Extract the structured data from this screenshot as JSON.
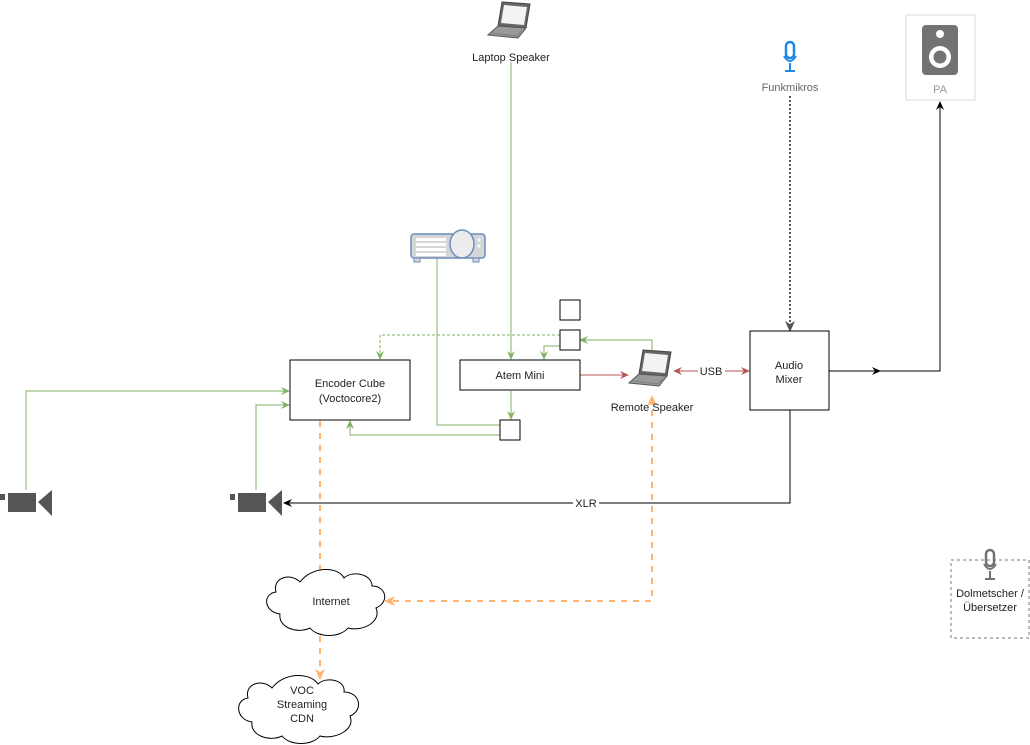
{
  "diagram": {
    "nodes": {
      "laptop_speaker": {
        "label": "Laptop Speaker",
        "icon": "laptop-icon"
      },
      "funkmikros": {
        "label": "Funkmikros",
        "icon": "microphone-icon"
      },
      "pa": {
        "label": "PA",
        "icon": "speaker-icon"
      },
      "projector": {
        "label": "",
        "icon": "projector-icon"
      },
      "encoder": {
        "line1": "Encoder Cube",
        "line2": "(Voctocore2)"
      },
      "atem": {
        "label": "Atem Mini"
      },
      "remote_speaker": {
        "label": "Remote Speaker",
        "icon": "laptop-icon"
      },
      "audio_mixer": {
        "line1": "Audio",
        "line2": "Mixer"
      },
      "camera_1": {
        "icon": "video-camera-icon"
      },
      "camera_2": {
        "icon": "video-camera-icon"
      },
      "internet": {
        "label": "Internet",
        "icon": "cloud-icon"
      },
      "voc_cdn": {
        "line1": "VOC",
        "line2": "Streaming",
        "line3": "CDN",
        "icon": "cloud-icon"
      },
      "dolmetscher": {
        "line1": "Dolmetscher /",
        "line2": "Übersetzer",
        "icon": "microphone-icon"
      }
    },
    "edge_labels": {
      "usb": "USB",
      "xlr": "XLR"
    },
    "colors": {
      "video": "#82b366",
      "audio_remote": "#b85450",
      "network": "#ffb570",
      "wire": "#000000",
      "wireless": "#555555",
      "mic_blue": "#1e88e5",
      "icon_gray": "#737373"
    }
  }
}
